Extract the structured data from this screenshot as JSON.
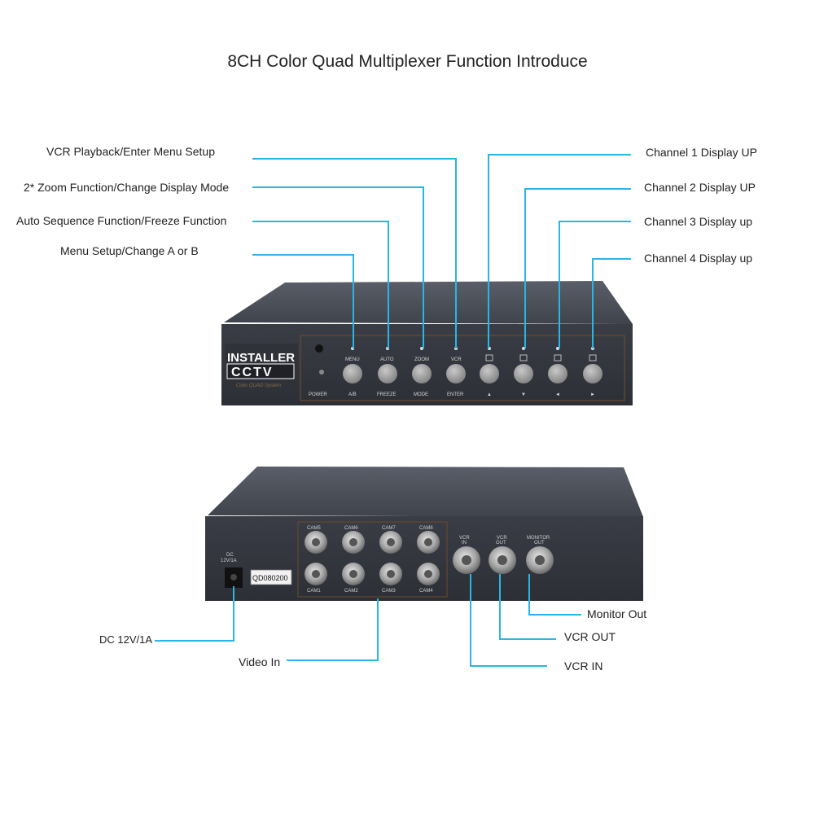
{
  "title": "8CH Color Quad Multiplexer Function Introduce",
  "callouts_left": [
    {
      "text": "VCR Playback/Enter Menu Setup"
    },
    {
      "text": "2* Zoom Function/Change Display Mode"
    },
    {
      "text": "Auto Sequence Function/Freeze Function"
    },
    {
      "text": "Menu Setup/Change A or B"
    }
  ],
  "callouts_right": [
    {
      "text": "Channel 1 Display UP"
    },
    {
      "text": "Channel 2 Display UP"
    },
    {
      "text": "Channel 3 Display up"
    },
    {
      "text": "Channel 4 Display up"
    }
  ],
  "callouts_rear": [
    {
      "text": "DC 12V/1A"
    },
    {
      "text": "Video In"
    },
    {
      "text": "Monitor Out"
    },
    {
      "text": "VCR OUT"
    },
    {
      "text": "VCR IN"
    }
  ],
  "front_panel": {
    "brand_top": "INSTALLER",
    "brand_bottom": "CCTV",
    "brand_sub": "Color QUAD System",
    "power_label": "POWER",
    "buttons": [
      {
        "top": "MENU",
        "bottom": "A/B"
      },
      {
        "top": "AUTO",
        "bottom": "FREEZE"
      },
      {
        "top": "ZOOM",
        "bottom": "MODE"
      },
      {
        "top": "VCR",
        "bottom": "ENTER"
      },
      {
        "top": "",
        "bottom": "▲"
      },
      {
        "top": "",
        "bottom": "▼"
      },
      {
        "top": "",
        "bottom": "◄"
      },
      {
        "top": "",
        "bottom": "►"
      }
    ]
  },
  "rear_panel": {
    "dc_label_1": "DC",
    "dc_label_2": "12V/1A",
    "model_sticker": "QD080200",
    "cam_top": [
      "CAM5",
      "CAM6",
      "CAM7",
      "CAM8"
    ],
    "cam_bottom": [
      "CAM1",
      "CAM2",
      "CAM3",
      "CAM4"
    ],
    "vcr_in_1": "VCR",
    "vcr_in_2": "IN",
    "vcr_out_1": "VCR",
    "vcr_out_2": "OUT",
    "monitor_out_1": "MONITOR",
    "monitor_out_2": "OUT"
  },
  "colors": {
    "callout_line": "#29b6e6",
    "device_body": "#3a3d45",
    "device_top": "#4b4f58",
    "button": "#9a9a9a",
    "background": "#ffffff"
  }
}
